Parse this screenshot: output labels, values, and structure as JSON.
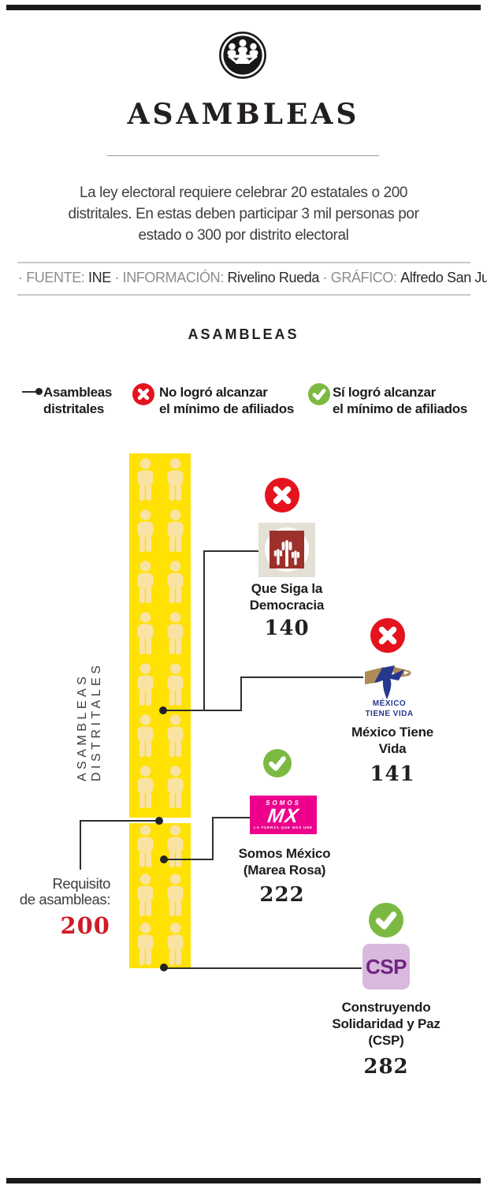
{
  "header": {
    "icon": "people-meeting-icon",
    "title": "ASAMBLEAS",
    "intro_lines": [
      "La ley electoral requiere celebrar 20 estatales o 200",
      "distritales. En estas deben participar 3 mil personas por",
      "estado o 300 por distrito electoral"
    ],
    "source": {
      "label1": "· FUENTE:",
      "value1": "INE",
      "label2": "· INFORMACIÓN:",
      "value2": "Rivelino Rueda",
      "label3": "· GRÁFICO:",
      "value3": "Alfredo San Juan"
    }
  },
  "chart": {
    "heading": "ASAMBLEAS",
    "axis_label": "ASAMBLEAS DISTRITALES",
    "legend": {
      "item1": {
        "line1": "Asambleas",
        "line2": "distritales"
      },
      "item2": {
        "line1": "No logró alcanzar",
        "line2": "el mínimo de afiliados"
      },
      "item3": {
        "line1": "Sí logró alcanzar",
        "line2": "el mínimo de afiliados"
      }
    },
    "requirement": {
      "line1": "Requisito",
      "line2": "de asambleas:",
      "value": "200"
    }
  },
  "parties": [
    {
      "name_lines": [
        "Que Siga la",
        "Democracia"
      ],
      "value": "140",
      "status": "fail"
    },
    {
      "name_lines": [
        "México Tiene",
        "Vida"
      ],
      "value": "141",
      "status": "fail",
      "logo_text": {
        "line1": "MÉXICO",
        "line2": "TIENE VIDA"
      }
    },
    {
      "name_lines": [
        "Somos México",
        "(Marea Rosa)"
      ],
      "value": "222",
      "status": "pass",
      "logo_text": {
        "top": "SOMOS",
        "main": "MX",
        "tagline": "LA FUERZA QUE NOS UNE"
      }
    },
    {
      "name_lines": [
        "Construyendo",
        "Solidaridad y Paz",
        "(CSP)"
      ],
      "value": "282",
      "status": "pass",
      "logo_text": {
        "main": "CSP"
      }
    }
  ],
  "chart_data": {
    "type": "pictograph-bar",
    "title": "ASAMBLEAS",
    "categories": [
      "Que Siga la Democracia",
      "México Tiene Vida",
      "Somos México (Marea Rosa)",
      "Construyendo Solidaridad y Paz (CSP)"
    ],
    "values": [
      140,
      141,
      222,
      282
    ],
    "statuses": [
      "no alcanzó mínimo",
      "no alcanzó mínimo",
      "sí alcanzó mínimo",
      "sí alcanzó mínimo"
    ],
    "threshold": {
      "label": "Requisito de asambleas",
      "value": 200
    },
    "unit": "asambleas distritales",
    "legend_position": "top",
    "grid": false
  },
  "colors": {
    "frame": "#1a1a1a",
    "yellow": "#FFE103",
    "person": "#F9E3A3",
    "fail": "#E5131E",
    "pass": "#7CB942",
    "accent": "#D11A2A",
    "pink": "#EC008C",
    "cspbg": "#D9B9DD",
    "csptxt": "#6F2483",
    "qsbg": "#E4E0D5",
    "qsred": "#9C312B",
    "mxblue": "#26388E",
    "mxgold": "#AE8B57"
  }
}
